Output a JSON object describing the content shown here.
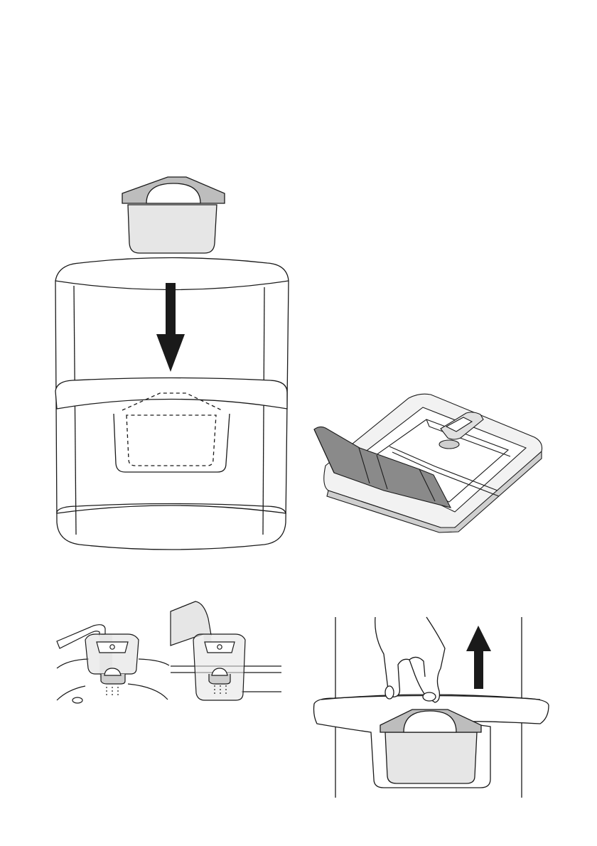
{
  "colors": {
    "line": "#1a1a1a",
    "filter_body": "#e6e6e6",
    "filter_cap": "#bdbdbd",
    "arrow": "#1a1a1a",
    "tray_dark": "#8a8a8a",
    "tray_light": "#f2f2f2"
  },
  "figures": [
    {
      "name": "figure-insert-filter",
      "icons": [
        "filter-cartridge-icon",
        "arrow-down-icon"
      ]
    },
    {
      "name": "figure-dispenser-tray",
      "icons": [
        "dispenser-tray-icon"
      ]
    },
    {
      "name": "figure-rinse-under-tap",
      "icons": [
        "tap-icon",
        "filter-cartridge-icon"
      ]
    },
    {
      "name": "figure-fill-with-jug",
      "icons": [
        "jug-icon",
        "filter-cartridge-icon"
      ]
    },
    {
      "name": "figure-remove-filter",
      "icons": [
        "hand-icon",
        "arrow-up-icon",
        "filter-cartridge-icon"
      ]
    }
  ]
}
